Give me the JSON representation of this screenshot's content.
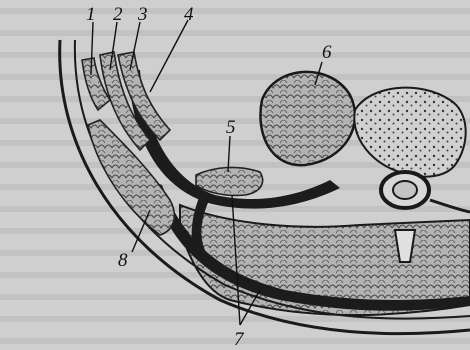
{
  "figure": {
    "background_text_visible": true,
    "labels": [
      "1",
      "2",
      "3",
      "4",
      "5",
      "6",
      "7",
      "8"
    ]
  },
  "colors": {
    "paper": "#c9c9c9",
    "ink": "#1a1a1a",
    "muscle": "#a9a9a9"
  }
}
